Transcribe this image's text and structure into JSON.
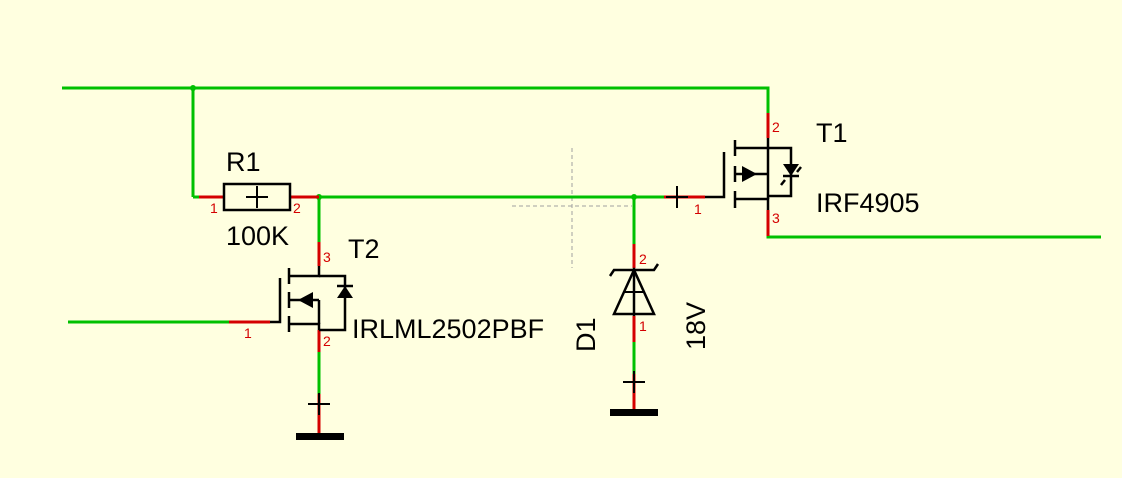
{
  "colors": {
    "background": "#FFFFE0",
    "wire": "#00C000",
    "pin": "#D40000",
    "symbol": "#000000",
    "cursor": "#A0A0A0"
  },
  "components": {
    "r1": {
      "ref": "R1",
      "value": "100K",
      "pin1": "1",
      "pin2": "2"
    },
    "t1": {
      "ref": "T1",
      "value": "IRF4905",
      "gate_pin": "1",
      "source_pin": "2",
      "drain_pin": "3"
    },
    "t2": {
      "ref": "T2",
      "value": "IRLML2502PBF",
      "gate_pin": "1",
      "source_pin": "2",
      "drain_pin": "3"
    },
    "d1": {
      "ref": "D1",
      "value": "18V",
      "cathode_pin": "2",
      "anode_pin": "1"
    }
  }
}
